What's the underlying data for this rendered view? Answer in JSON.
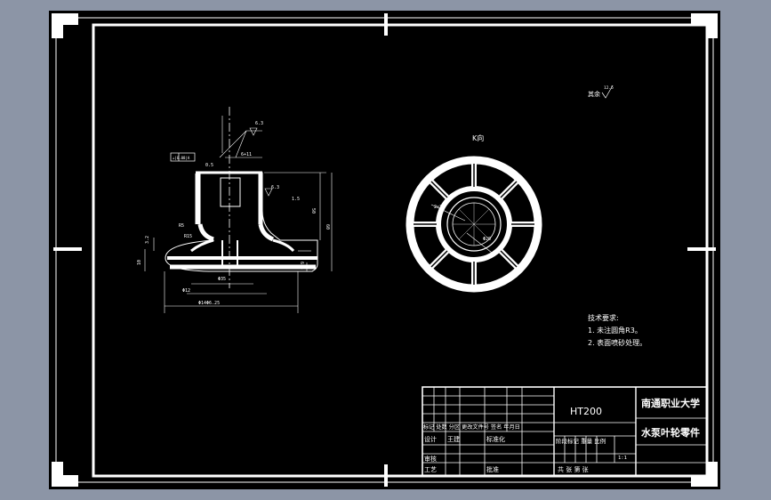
{
  "drawing": {
    "roughness_symbol": "其余",
    "roughness_value": "12.5",
    "view_label": "K向",
    "tech_title": "技术要求:",
    "tech_items": [
      "1. 未注圆角R3。",
      "2. 表面喷砂处理。"
    ]
  },
  "title_block": {
    "material": "HT200",
    "school": "南通职业大学",
    "part_name": "水泵叶轮零件",
    "rev_header": "标记 处数 分区 更改文件号 签名 年月日",
    "design": "设计",
    "design_name": "王建",
    "standardize": "标准化",
    "stage_header": "阶段标记 重量 比例",
    "scale": "1:1",
    "review": "审核",
    "craft": "工艺",
    "approve": "批准",
    "sheets": "共  张 第  张"
  }
}
